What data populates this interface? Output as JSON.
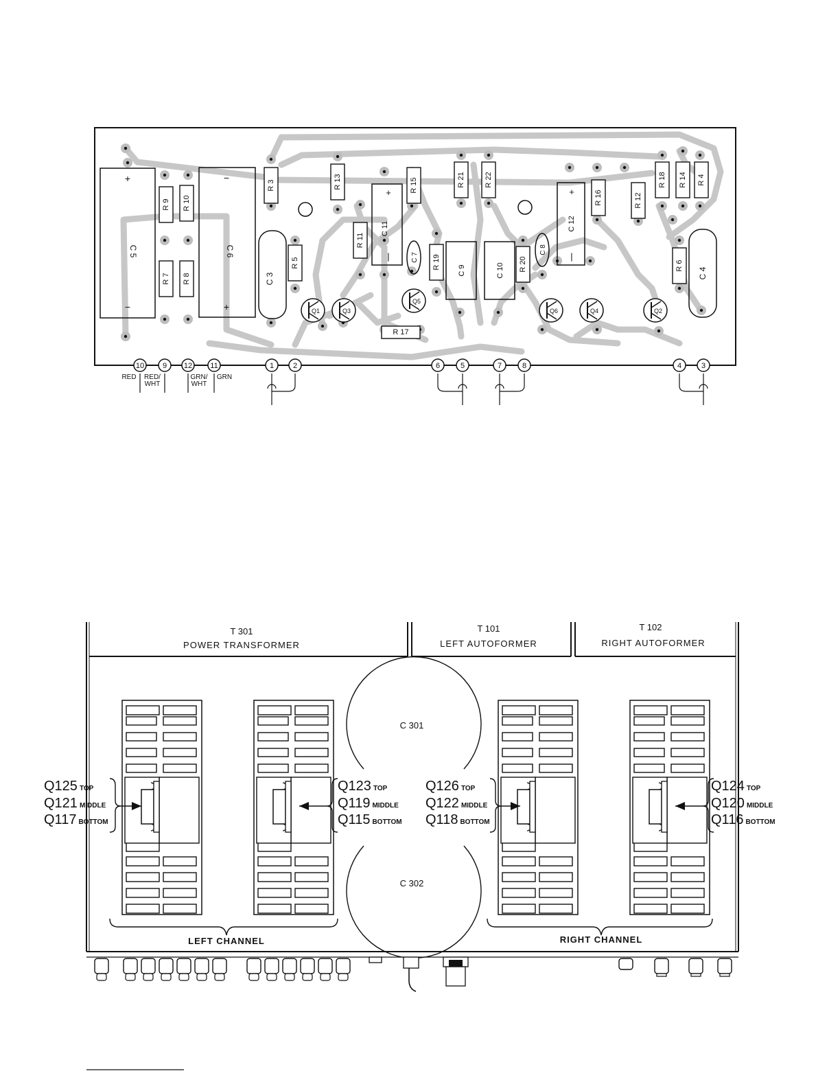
{
  "pcb": {
    "resistors": [
      "R 3",
      "R 13",
      "R 15",
      "R 21",
      "R 22",
      "R 18",
      "R 14",
      "R 4",
      "R 9",
      "R 10",
      "R 7",
      "R 8",
      "R 5",
      "R 11",
      "R 19",
      "R 20",
      "R 16",
      "R 12",
      "R 6",
      "R 17"
    ],
    "capacitors": [
      "C 5",
      "C 6",
      "C 3",
      "C 11",
      "C 7",
      "C 9",
      "C 10",
      "C 8",
      "C 12",
      "C 4"
    ],
    "polarity": {
      "plus": "+",
      "minus": "−",
      "bar": "|"
    },
    "transistors": [
      "Q1",
      "Q3",
      "Q5",
      "Q6",
      "Q4",
      "Q2"
    ],
    "terminals": [
      "10",
      "9",
      "12",
      "11",
      "1",
      "2",
      "6",
      "5",
      "7",
      "8",
      "4",
      "3"
    ],
    "wire_labels": {
      "red": "RED",
      "red_wht_1": "RED/",
      "red_wht_2": "WHT",
      "grn_wht_1": "GRN/",
      "grn_wht_2": "WHT",
      "grn": "GRN"
    }
  },
  "chassis": {
    "transformers": [
      {
        "id": "T 301",
        "name": "POWER TRANSFORMER"
      },
      {
        "id": "T 101",
        "name": "LEFT AUTOFORMER"
      },
      {
        "id": "T 102",
        "name": "RIGHT AUTOFORMER"
      }
    ],
    "capacitors": [
      "C 301",
      "C 302"
    ],
    "heatsink_groups": [
      {
        "top": "Q125",
        "middle": "Q121",
        "bottom": "Q117"
      },
      {
        "top": "Q123",
        "middle": "Q119",
        "bottom": "Q115"
      },
      {
        "top": "Q126",
        "middle": "Q122",
        "bottom": "Q118"
      },
      {
        "top": "Q124",
        "middle": "Q120",
        "bottom": "Q116"
      }
    ],
    "position_words": {
      "top": "TOP",
      "middle": "MIDDLE",
      "bottom": "BOTTOM"
    },
    "channels": {
      "left": "LEFT CHANNEL",
      "right": "RIGHT CHANNEL"
    }
  }
}
